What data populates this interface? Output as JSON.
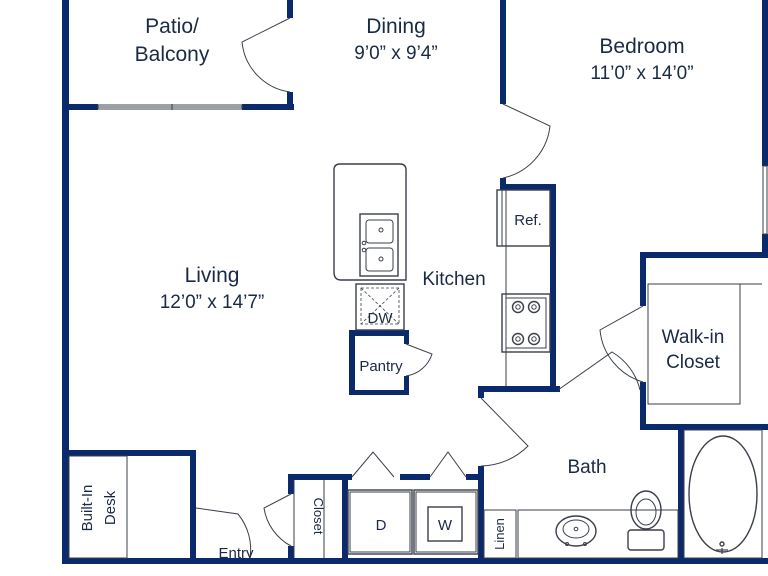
{
  "rooms": {
    "patio": {
      "line1": "Patio/",
      "line2": "Balcony"
    },
    "dining": {
      "name": "Dining",
      "size": "9’0” x 9’4”"
    },
    "bedroom": {
      "name": "Bedroom",
      "size": "11’0” x 14’0”"
    },
    "living": {
      "name": "Living",
      "size": "12’0” x 14’7”"
    },
    "kitchen": {
      "name": "Kitchen"
    },
    "walkin": {
      "line1": "Walk-in",
      "line2": "Closet"
    },
    "bath": {
      "name": "Bath"
    },
    "desk": {
      "line1": "Built-In",
      "line2": "Desk"
    },
    "closet": {
      "name": "Closet"
    },
    "entry": {
      "name": "Entry"
    },
    "pantry": {
      "name": "Pantry"
    },
    "linen": {
      "name": "Linen"
    }
  },
  "fixtures": {
    "fridge": "Ref.",
    "dishwasher": "DW",
    "dryer": "D",
    "washer": "W"
  },
  "colors": {
    "wall": "#0b2a6b",
    "text": "#1b2a44",
    "fixture_line": "#3a3f4a"
  }
}
